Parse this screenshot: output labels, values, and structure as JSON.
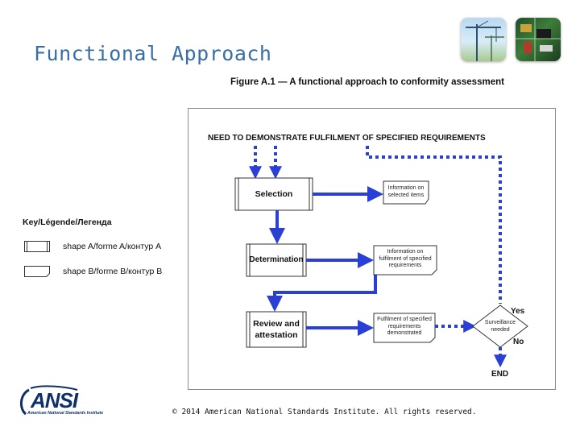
{
  "slide": {
    "title": "Functional Approach",
    "copyright": "© 2014 American National Standards Institute. All rights reserved."
  },
  "figure": {
    "title": "Figure A.1 — A functional approach to conformity assessment",
    "need": "NEED TO DEMONSTRATE FULFILMENT OF SPECIFIED REQUIREMENTS",
    "stages": [
      "Selection",
      "Determination",
      "Review and attestation"
    ],
    "info": [
      "Information on selected items",
      "Information on fulfilment of specified requirements",
      "Fulfilment of specified requirements demonstrated"
    ],
    "decision": "Surveillance needed",
    "yes": "Yes",
    "no": "No",
    "end": "END"
  },
  "key": {
    "title": "Key/Légende/Легенда",
    "shape_a": "shape A/forme A/контур A",
    "shape_b": "shape B/forme B/контур B"
  },
  "logo": {
    "name": "ANSI",
    "tagline": "American National Standards Institute"
  },
  "colors": {
    "title": "#3a6fa5",
    "arrow": "#2a3fd6",
    "logo": "#0f2f6b"
  },
  "icons": [
    "crane-photo",
    "circuit-board-photo"
  ]
}
